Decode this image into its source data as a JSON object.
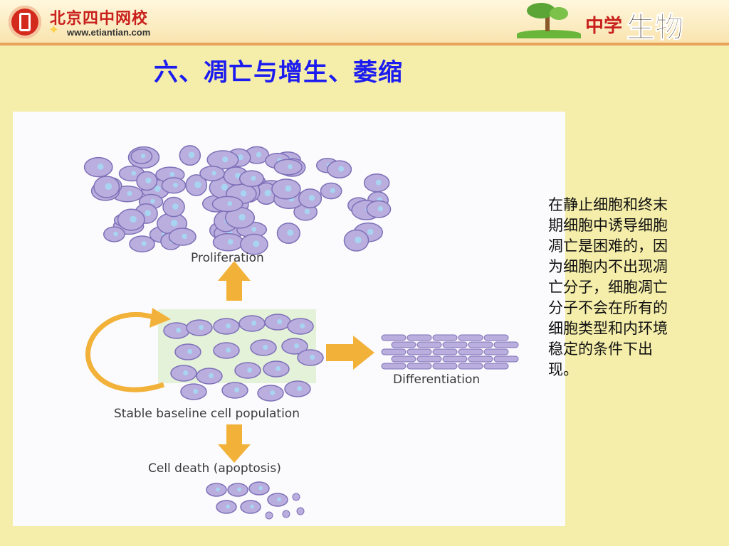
{
  "header": {
    "school_name": "北京四中网校",
    "school_url": "www.etiantian.com",
    "subject_prefix": "中学",
    "subject_main": "生物"
  },
  "slide": {
    "title": "六、凋亡与增生、萎缩"
  },
  "figure": {
    "labels": {
      "proliferation": "Proliferation",
      "differentiation": "Differentiation",
      "stable": "Stable baseline cell population",
      "apoptosis": "Cell death (apoptosis)"
    },
    "colors": {
      "cell_fill": "#b9aedd",
      "cell_edge": "#7e70b8",
      "nucleus": "#a8d4f2",
      "arrow": "#f2b23a",
      "highlight": "#dff0cf"
    }
  },
  "note": {
    "text": "在静止细胞和终末期细胞中诱导细胞凋亡是困难的，因为细胞内不出现凋亡分子，细胞凋亡分子不会在所有的细胞类型和内环境稳定的条件下出现。"
  }
}
